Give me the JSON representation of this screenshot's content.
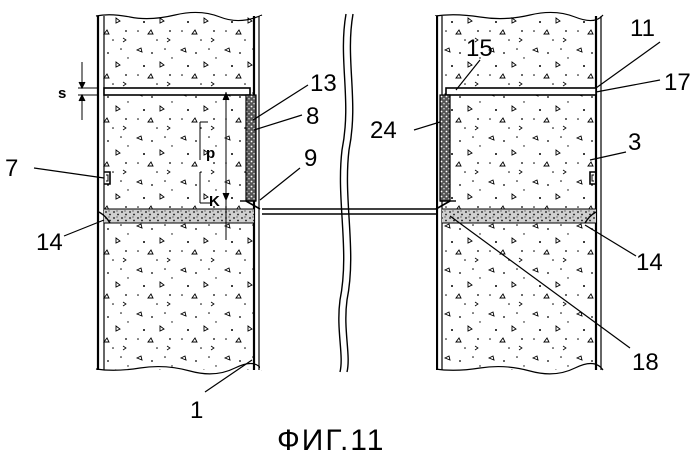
{
  "figure": {
    "caption": "ФИГ.11",
    "labels": {
      "l1": "1",
      "l3": "3",
      "l7": "7",
      "l8": "8",
      "l9": "9",
      "l11": "11",
      "l13": "13",
      "l14_left": "14",
      "l14_right": "14",
      "l15": "15",
      "l17": "17",
      "l18": "18",
      "l24": "24"
    },
    "dimensions": {
      "s": "s",
      "p": "p",
      "k": "K"
    }
  }
}
